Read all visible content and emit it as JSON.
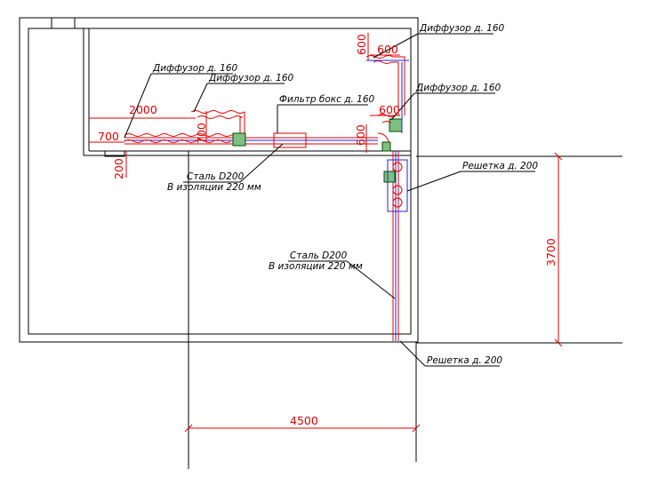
{
  "labels": {
    "diff_top_right": "Диффузор д. 160",
    "diff_mid_right": "Диффузор д. 160",
    "diff_left_1": "Диффузор д. 160",
    "diff_left_2": "Диффузор д. 160",
    "filter": "Фильтр бокс д. 160",
    "steel_top_1": "Сталь D200",
    "steel_top_2": "В изоляции 220 мм",
    "steel_right_1": "Сталь D200",
    "steel_right_2": "В изоляции 220 мм",
    "grille_top": "Решетка д. 200",
    "grille_bottom": "Решетка д. 200"
  },
  "dimensions": {
    "d2000": "2000",
    "d700_h": "700",
    "d700_v": "700",
    "d200": "200",
    "d600_v": "600",
    "d600_h": "600",
    "d600_v2": "600",
    "d600_h2": "600",
    "d3700": "3700",
    "d4500": "4500"
  },
  "colors": {
    "walls": "#000000",
    "duct_supply": "#e00000",
    "duct_return": "#2020e0",
    "fittings": "#7fbf7f",
    "dimensions": "#e00000"
  }
}
